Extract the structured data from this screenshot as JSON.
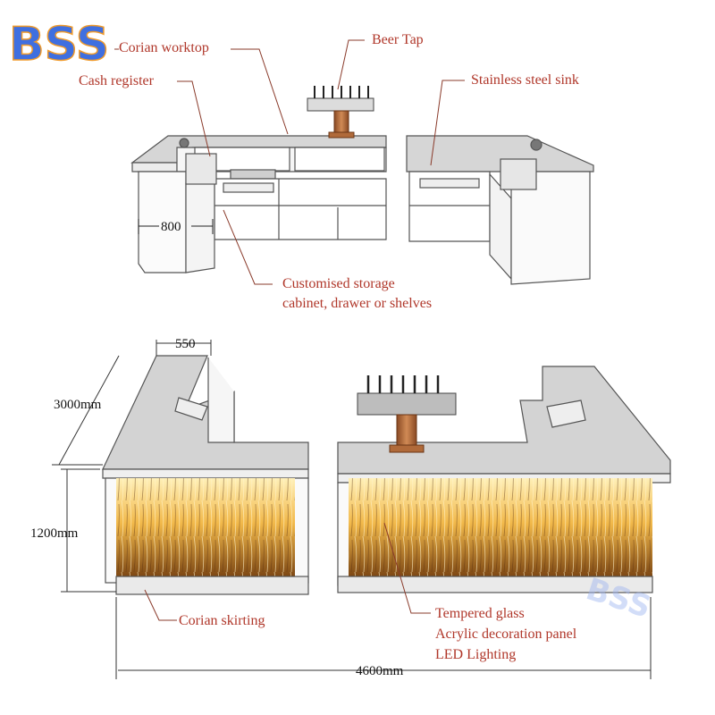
{
  "brand": {
    "logo_text": "BSS",
    "watermark": "BSS"
  },
  "colors": {
    "label": "#b0372a",
    "leader": "#8a3b2b",
    "counter_top": "#d9d9d9",
    "counter_edge": "#7d7d7d",
    "panel_light": "#f3c14a",
    "panel_dark": "#6a3c10",
    "tap_wood": "#c07040",
    "logo_blue": "#3f6fe0",
    "logo_orange": "#f09a2a"
  },
  "top_labels": {
    "corian_worktop": "Corian worktop",
    "beer_tap": "Beer Tap",
    "cash_register": "Cash register",
    "stainless_sink": "Stainless steel sink",
    "storage_line1": "Customised storage",
    "storage_line2": "cabinet, drawer or shelves"
  },
  "bottom_labels": {
    "corian_skirting": "Corian skirting",
    "glass_line1": "Tempered glass",
    "glass_line2": "Acrylic decoration panel",
    "glass_line3": "LED Lighting"
  },
  "dimensions": {
    "depth_top": "800",
    "width_top": "550",
    "length": "3000mm",
    "height": "1200mm",
    "total": "4600mm"
  }
}
